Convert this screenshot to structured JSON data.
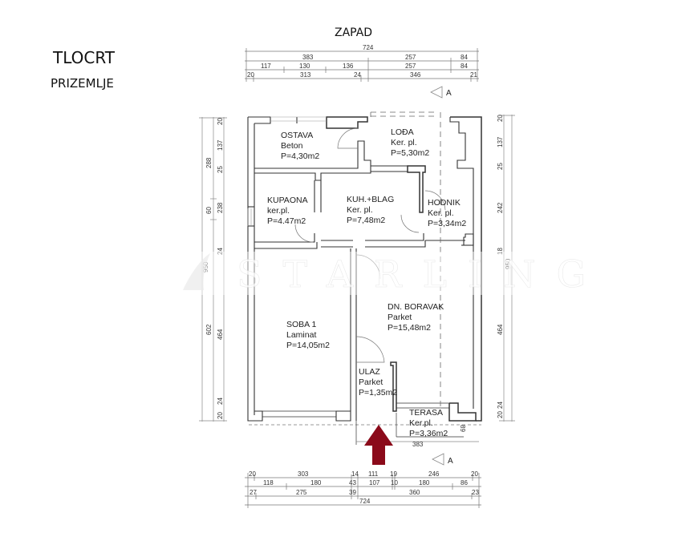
{
  "header": {
    "title": "TLOCRT",
    "subtitle": "PRIZEMLJE",
    "orientation": "ZAPAD"
  },
  "section_marker": {
    "label": "A"
  },
  "watermark": {
    "text": "STARLING"
  },
  "entrance_arrow": {
    "color": "#8b0a1a",
    "direction": "up"
  },
  "rooms": [
    {
      "name": "OSTAVA",
      "floor": "Beton",
      "area": "P=4,30m2"
    },
    {
      "name": "LOĐA",
      "floor": "Ker. pl.",
      "area": "P=5,30m2"
    },
    {
      "name": "KUPAONA",
      "floor": "ker.pl.",
      "area": "P=4.47m2"
    },
    {
      "name": "KUH.+BLAG",
      "floor": "Ker. pl.",
      "area": "P=7,48m2"
    },
    {
      "name": "HODNIK",
      "floor": "Ker. pl.",
      "area": "P=3,34m2"
    },
    {
      "name": "SOBA 1",
      "floor": "Laminat",
      "area": "P=14,05m2"
    },
    {
      "name": "DN. BORAVAK",
      "floor": "Parket",
      "area": "P=15,48m2"
    },
    {
      "name": "ULAZ",
      "floor": "Parket",
      "area": "P=1,35m2"
    },
    {
      "name": "TERASA",
      "floor": "Ker.pl.",
      "area": "P=3,36m2"
    }
  ],
  "dimensions": {
    "top": {
      "row1": [
        "724"
      ],
      "row2": [
        "383",
        "257",
        "84"
      ],
      "row3": [
        "117",
        "130",
        "136",
        "257",
        "84"
      ],
      "row4": [
        "20",
        "313",
        "24",
        "346",
        "21"
      ]
    },
    "bottom": {
      "row1": [
        "20",
        "303",
        "14",
        "111",
        "19",
        "246",
        "20"
      ],
      "row2": [
        "118",
        "180",
        "43",
        "107",
        "10",
        "180",
        "86"
      ],
      "row3": [
        "27",
        "275",
        "39",
        "360",
        "23"
      ],
      "row4": [
        "724"
      ]
    },
    "left": {
      "outer": [
        "950"
      ],
      "middle": [
        "288",
        "60",
        "602"
      ],
      "inner": [
        "20",
        "137",
        "25",
        "238",
        "24",
        "464",
        "24",
        "20"
      ]
    },
    "right": {
      "inner": [
        "20",
        "137",
        "25",
        "242",
        "18",
        "464",
        "24",
        "20"
      ],
      "outer": [
        "950"
      ]
    },
    "terrace": {
      "width": "383",
      "depth": "89"
    }
  }
}
